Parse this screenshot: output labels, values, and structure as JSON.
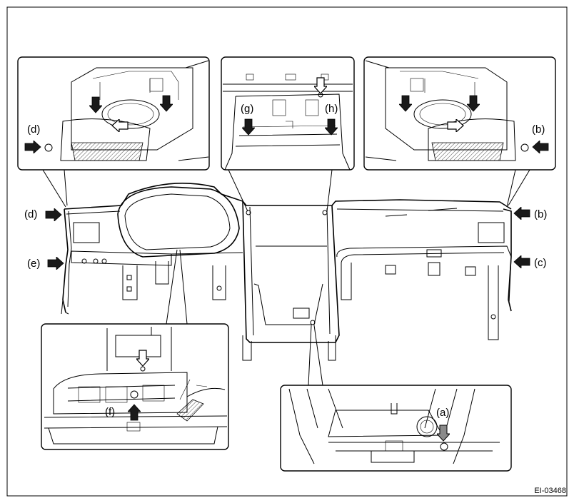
{
  "labels": {
    "a": "(a)",
    "b": "(b)",
    "c": "(c)",
    "d": "(d)",
    "e": "(e)",
    "f": "(f)",
    "g": "(g)",
    "h": "(h)"
  },
  "figure_code": "EI-03468",
  "arrow_colors": {
    "black": "#1a1a1a",
    "white": "#ffffff",
    "gray": "#8a8a8a"
  },
  "icons": {
    "black_arrow": "solid-arrow-icon",
    "white_arrow": "outline-arrow-icon",
    "gray_arrow": "gray-arrow-icon"
  }
}
